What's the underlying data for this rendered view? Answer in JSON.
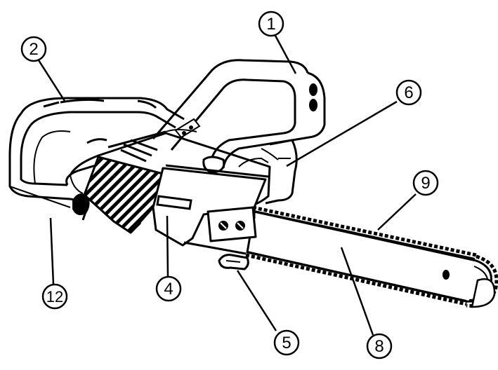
{
  "colors": {
    "ink": "#000000",
    "paper": "#ffffff"
  },
  "callouts": {
    "c1": "1",
    "c2": "2",
    "c4": "4",
    "c5": "5",
    "c6": "6",
    "c8": "8",
    "c9": "9",
    "c12": "12"
  }
}
